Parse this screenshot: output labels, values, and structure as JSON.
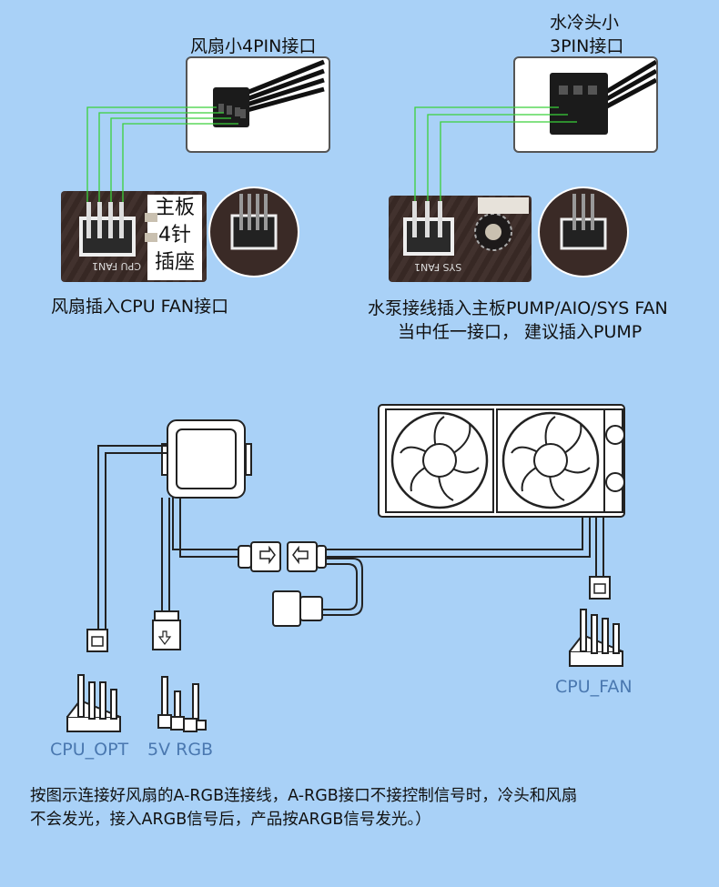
{
  "labels": {
    "fan_4pin": "风扇小4PIN接口",
    "pump_head_line1": "水冷头小",
    "pump_head_line2": "3PIN接口",
    "board_4pin_line1": "主板",
    "board_4pin_line2": "4针",
    "board_4pin_line3": "插座",
    "fan_cpu_fan": "风扇插入CPU FAN接口",
    "pump_line1": "水泵接线插入主板PUMP/AIO/SYS FAN",
    "pump_line2": "当中任一接口， 建议插入PUMP",
    "silk_cpu_fan": "CPU FAN1",
    "silk_sys_fan": "SYS FAN1"
  },
  "connectors": {
    "cpu_opt": "CPU_OPT",
    "rgb_5v": "5V RGB",
    "cpu_fan": "CPU_FAN"
  },
  "note": {
    "line1": "按图示连接好风扇的A-RGB连接线，A-RGB接口不接控制信号时，冷头和风扇",
    "line2": "不会发光，接入ARGB信号后，产品按ARGB信号发光。）"
  },
  "colors": {
    "background": "#a9d1f7",
    "wire_green": "#3bd13b",
    "label_blue": "#4a78b0"
  }
}
